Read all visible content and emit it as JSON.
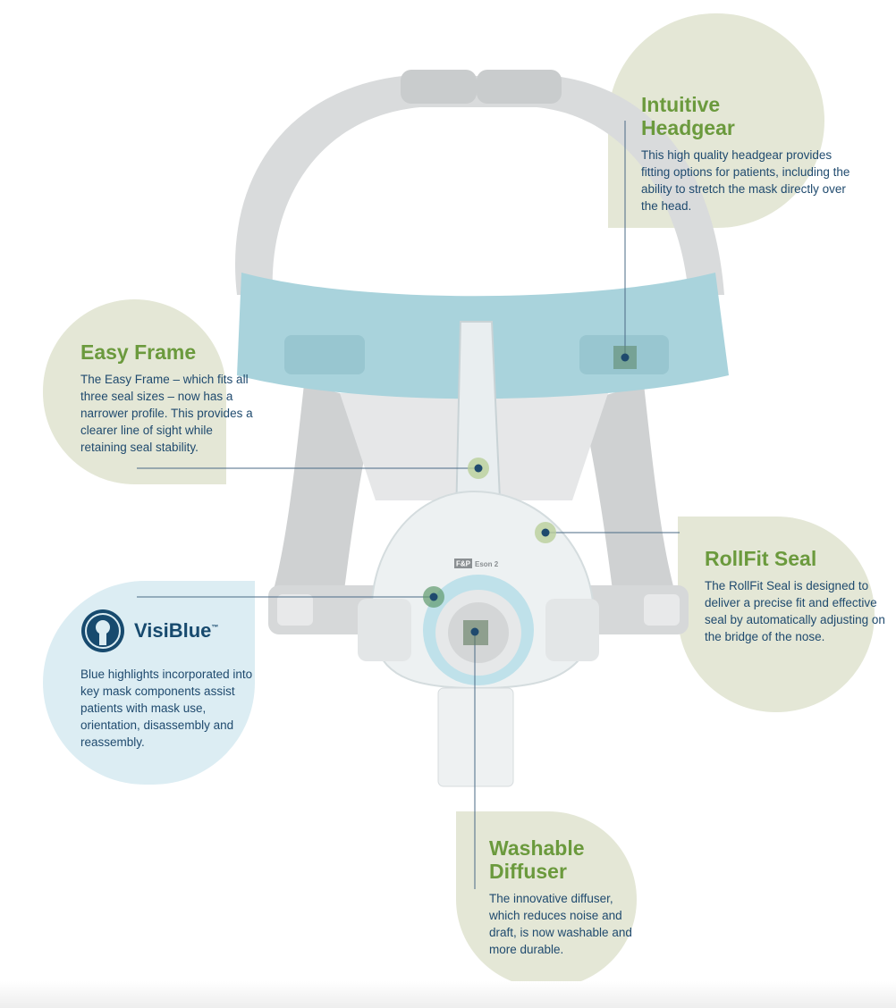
{
  "product_label": "Eson 2",
  "product_brand_mark": "F&P",
  "colors": {
    "callout_green": "#e4e7d6",
    "callout_blue": "#dcedf3",
    "title_green": "#6b9a3d",
    "text_blue": "#1f4a6e",
    "headgear_blue": "#a9d3dc"
  },
  "callouts": {
    "headgear": {
      "title_line1": "Intuitive",
      "title_line2": "Headgear",
      "text": "This high quality headgear provides fitting options for patients, including the ability to stretch the mask directly over the head."
    },
    "easy_frame": {
      "title": "Easy Frame",
      "text": "The Easy Frame – which fits all three seal sizes – now has a narrower profile. This provides a clearer line of sight while retaining seal stability."
    },
    "rollfit": {
      "title": "RollFit Seal",
      "text": "The RollFit Seal is designed to deliver a precise fit and effective seal by automatically adjusting on the bridge of the nose."
    },
    "visiblue": {
      "title": "VisiBlue",
      "trademark": "™",
      "icon": "keyhole-icon",
      "text": "Blue highlights incorporated into key mask components assist patients with mask use, orientation, disassembly and reassembly."
    },
    "diffuser": {
      "title_line1": "Washable",
      "title_line2": "Diffuser",
      "text": "The innovative diffuser, which reduces noise and draft, is now washable and more durable."
    }
  }
}
